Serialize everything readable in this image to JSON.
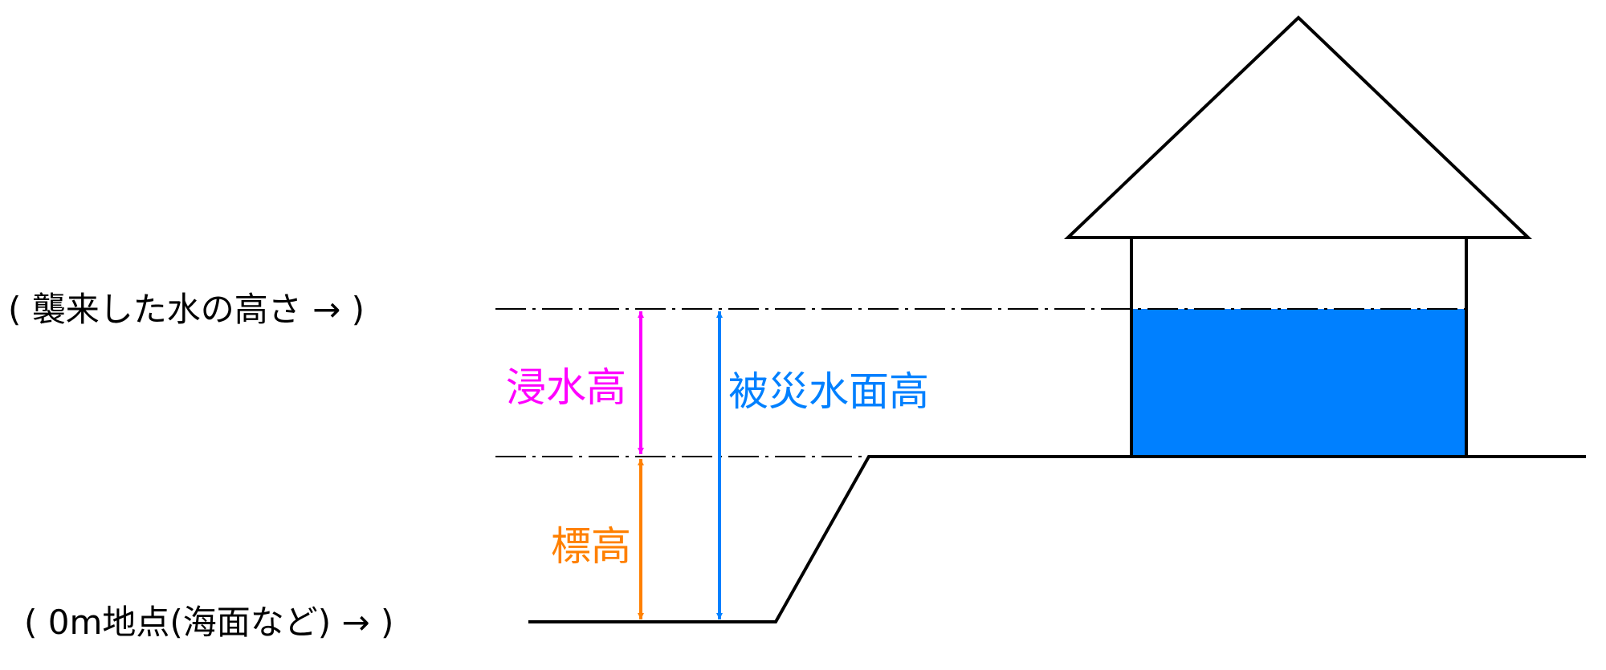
{
  "labels": {
    "water_level": "( 襲来した水の高さ → )",
    "sea_level": "( 0m地点(海面など) → )",
    "inundation_height": "浸水高",
    "elevation": "標高",
    "damage_water_height": "被災水面高"
  },
  "colors": {
    "inundation_height": "#ff00ff",
    "elevation": "#ff8000",
    "damage_water_height": "#0080ff",
    "water_fill": "#0080ff",
    "line": "#000000"
  }
}
